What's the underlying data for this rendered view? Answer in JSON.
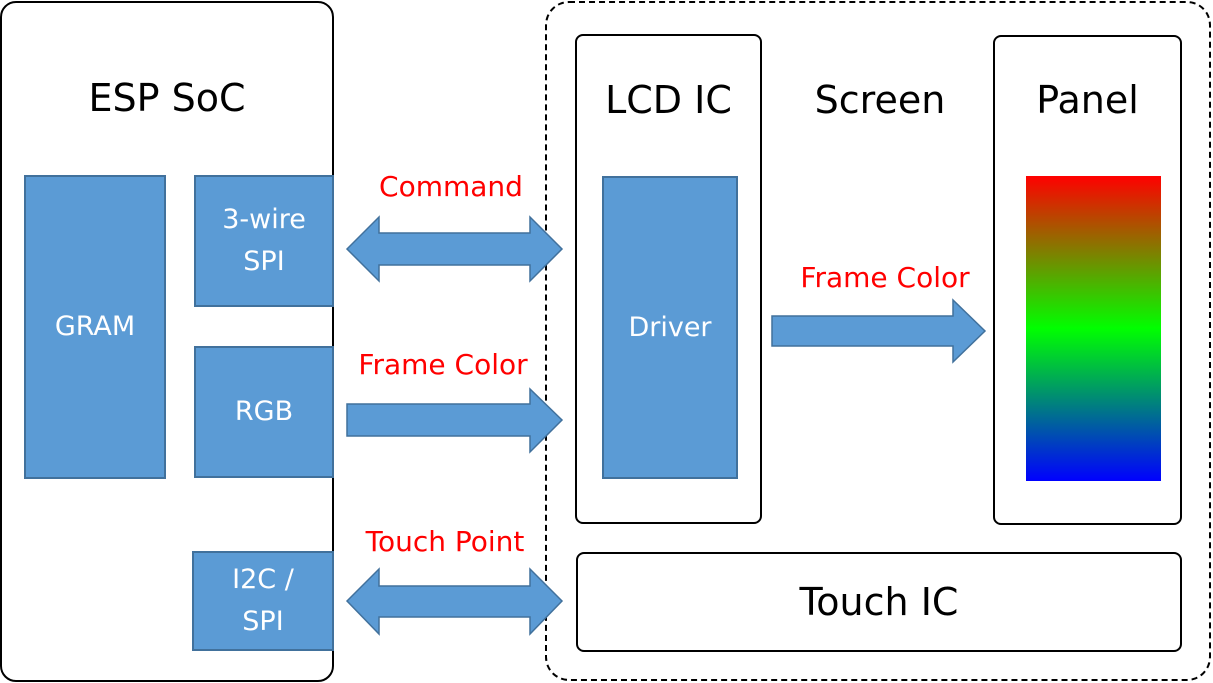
{
  "soc": {
    "title": "ESP SoC",
    "blocks": {
      "gram": "GRAM",
      "spi3": "3-wire\nSPI",
      "rgb": "RGB",
      "i2c": "I2C /\nSPI"
    }
  },
  "screen": {
    "title": "Screen",
    "lcd_ic": {
      "title": "LCD IC",
      "driver": "Driver"
    },
    "panel": {
      "title": "Panel",
      "gradient_colors": [
        "#ff0000",
        "#00ff00",
        "#0000ff"
      ]
    },
    "touch_ic": {
      "title": "Touch IC"
    }
  },
  "links": {
    "command": "Command",
    "frame_color_in": "Frame Color",
    "frame_color_out": "Frame Color",
    "touch_point": "Touch Point"
  },
  "colors": {
    "block_fill": "#5b9bd5",
    "block_border": "#41719c",
    "label_red": "#ff0000"
  }
}
